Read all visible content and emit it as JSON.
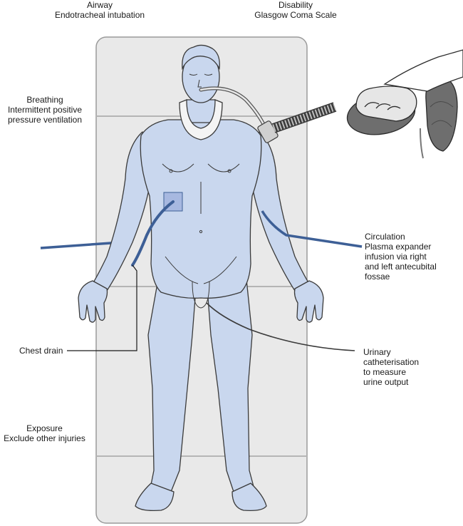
{
  "labels": {
    "airway": {
      "title": "Airway",
      "detail": "Endotracheal intubation"
    },
    "disability": {
      "title": "Disability",
      "detail": "Glasgow Coma Scale"
    },
    "breathing": {
      "title": "Breathing",
      "line1": "Intermittent positive",
      "line2": "pressure ventilation"
    },
    "circulation": {
      "title": "Circulation",
      "line1": "Plasma expander",
      "line2": "infusion via right",
      "line3": "and left antecubital",
      "line4": "fossae"
    },
    "chest_drain": {
      "title": "Chest drain"
    },
    "urinary": {
      "line1": "Urinary",
      "line2": "catheterisation",
      "line3": "to measure",
      "line4": "urine output"
    },
    "exposure": {
      "title": "Exposure",
      "detail": "Exclude other injuries"
    }
  },
  "colors": {
    "body_fill": "#c9d7ee",
    "body_stroke": "#3a3a3a",
    "board_fill": "#e9e9e9",
    "tube_blue": "#4a6ea8",
    "device_gray": "#6a6a6a"
  }
}
